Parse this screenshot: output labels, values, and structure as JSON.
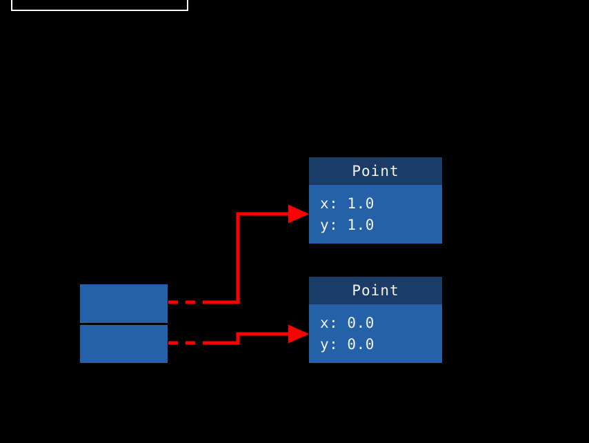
{
  "diagram": {
    "background_color": "#000000",
    "title_box": {
      "label": "",
      "border_color": "#ffffff"
    },
    "colors": {
      "object_header": "#1b3c66",
      "object_body": "#2561a8",
      "container_cell": "#2561a8",
      "arrow": "#ff0000",
      "text": "#f2f4f7",
      "divider": "#000000"
    },
    "container": {
      "name": "reference-container",
      "slots": [
        {
          "label": "",
          "name": "slot-0"
        },
        {
          "label": "",
          "name": "slot-1"
        }
      ]
    },
    "objects": [
      {
        "name": "point-object-1",
        "type_label": "Point",
        "fields": [
          {
            "text": "x: 1.0"
          },
          {
            "text": "y: 1.0"
          }
        ]
      },
      {
        "name": "point-object-2",
        "type_label": "Point",
        "fields": [
          {
            "text": "x: 0.0"
          },
          {
            "text": "y: 0.0"
          }
        ]
      }
    ],
    "arrows": [
      {
        "name": "reference-arrow-slot0",
        "from_slot": 0,
        "to_object": "point-object-1",
        "style": "dashed-then-solid"
      },
      {
        "name": "reference-arrow-slot1",
        "from_slot": 1,
        "to_object": "point-object-2",
        "style": "dashed-then-solid"
      }
    ]
  }
}
